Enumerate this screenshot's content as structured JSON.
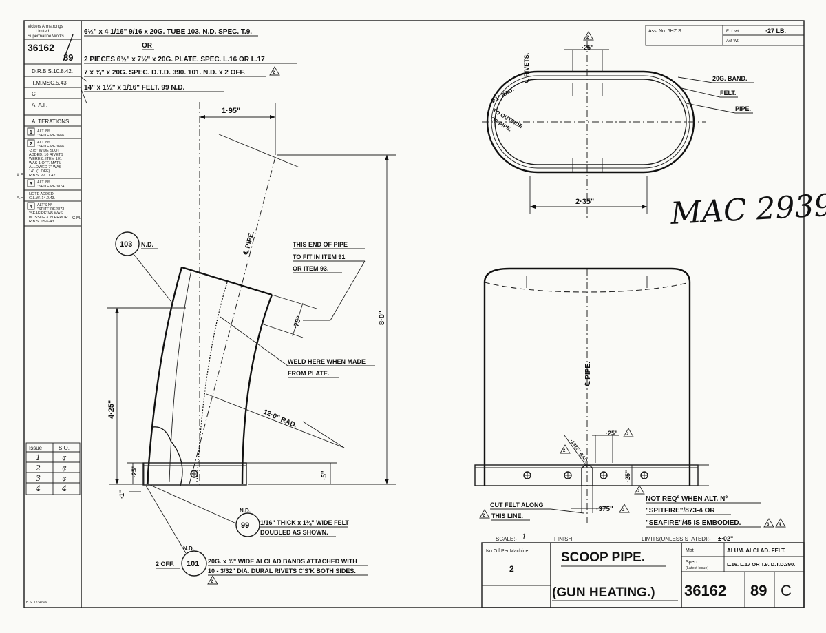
{
  "title_block": {
    "company_line1": "Vickers Armstrongs",
    "company_line2": "Limited",
    "company_line3": "Supermarine Works",
    "drawing_no": "36162",
    "sheet_no": "89",
    "dr": "D.R.B.S.10.8.42.",
    "tm": "T.M.MSC.5.43",
    "c": "C",
    "a": "A. A.F.",
    "ass_no": "Ass' No: 6HZ S.",
    "eff_wt": "E. f. wt",
    "wt_value": "·27 LB.",
    "act_wt": "Act Wt",
    "scale_label": "SCALE:-",
    "scale_value": "1",
    "finish_label": "FINISH:",
    "limits_label": "LIMITS(UNLESS STATED):-",
    "limits_value": "±·02\"",
    "no_off_label": "No Off Per Machine",
    "no_off_value": "2",
    "name_line1": "SCOOP PIPE.",
    "name_line2": "(GUN HEATING.)",
    "mat_label": "Mat",
    "mat_value": "ALUM. ALCLAD. FELT.",
    "spec_label": "Spec",
    "spec_sub": "(Latest Issue)",
    "spec_value": "L.16. L.17 OR T.9. D.T.D.390.",
    "footer_no": "36162",
    "footer_sheet": "89",
    "footer_issue": "C",
    "handwritten_ref": "MAC 2939",
    "print_ref": "B.S. 1234/5/6",
    "issue_head": "Issue",
    "so_head": "S.O.",
    "issues": [
      {
        "issue": "1",
        "so": "¢"
      },
      {
        "issue": "2",
        "so": "¢"
      },
      {
        "issue": "3",
        "so": "¢"
      },
      {
        "issue": "4",
        "so": "4"
      }
    ]
  },
  "materials": [
    "6½\" x 4 1/16\" 9/16 x 20G. TUBE 103. N.D. SPEC. T.9.",
    "OR",
    "2 PIECES 6½\" x 7½\" x 20G. PLATE. SPEC. L.16 OR L.17",
    "7 x ¾\" x 20G. SPEC. D.T.D. 390. 101. N.D. x 2 OFF.",
    "14\" x 1¼\" x 1/16\" FELT. 99 N.D."
  ],
  "alterations": {
    "heading": "ALTERATIONS",
    "items": [
      {
        "no": "1",
        "lines": [
          "ALT. Nº",
          "\"SPITFIRE\"/666"
        ]
      },
      {
        "no": "2",
        "lines": [
          "ALT. Nº",
          "\"SPITFIRE\"/666",
          "·375\" WIDE SLOT",
          "ADDED. 10 RIVETS",
          "WERE 8. ITEM 101",
          "WAS 1 OFF. MAT'L",
          "ALLOWED 7\" WAS",
          "14\". (1 OFF)",
          "R.B.S. 22.11.42."
        ]
      },
      {
        "no": "3",
        "lines": [
          "ALT. Nº",
          "\"SPITFIRE\"/874."
        ]
      },
      {
        "no": "",
        "lines": [
          "NOTE ADDED.",
          "G.L.W. 14.2.43."
        ]
      },
      {
        "no": "4",
        "lines": [
          "ALT'S Nº",
          "\"SPITFIRE\"/873",
          "\"SEAFIRE\"/45 WAS",
          "IN ISSUE 3 IN ERROR",
          "R.B.S. 15-6-43."
        ]
      }
    ],
    "margin_initials": [
      "A.F.",
      "A.F.",
      "C.M."
    ]
  },
  "left_view": {
    "dim_top": "1·95\"",
    "dim_height": "8·0\"",
    "dim_lower": "4·25\"",
    "dim_75": "·75\"",
    "dim_25": "·25\"",
    "dim_5": "·5\"",
    "dim_1": "·1\"",
    "radius": "12·0\" RAD.",
    "pipe_cl": "℄ PIPE.",
    "note_end": [
      "THIS END OF PIPE",
      "TO FIT IN ITEM 91",
      "OR ITEM 93."
    ],
    "note_weld": [
      "WELD HERE WHEN MADE",
      "FROM PLATE."
    ],
    "balloon_103": "103",
    "nd": "N.D.",
    "balloon_99": "99",
    "note_felt": [
      "1/16\" THICK x 1¼\" WIDE FELT",
      "DOUBLED AS SHOWN."
    ],
    "balloon_101": "101",
    "two_off": "2 OFF.",
    "note_bands": [
      "20G. x ¾\" WIDE ALCLAD BANDS ATTACHED WITH",
      "10 - 3/32\" DIA. DURAL RIVETS C'S'K BOTH SIDES."
    ]
  },
  "top_view": {
    "rivets": "℄ RIVETS.",
    "dim_25": "·25\"",
    "radius_note": [
      "1·1\" RAD.",
      "TO OUTSIDE",
      "OF PIPE."
    ],
    "band": "20G. BAND.",
    "felt": "FELT.",
    "pipe": "PIPE.",
    "width": "2·35\""
  },
  "side_view": {
    "pipe_cl": "℄ PIPE.",
    "dim_25_top": "·25\"",
    "dim_25_side": "·25\"",
    "dim_375": "·375\"",
    "radius_small": "·1875\" RAD.",
    "cut_felt": [
      "CUT FELT ALONG",
      "THIS LINE."
    ],
    "note_alt": [
      "NOT REQº WHEN ALT. Nº",
      "\"SPITFIRE\"/873-4 OR",
      "\"SEAFIRE\"/45 IS EMBODIED."
    ]
  },
  "revision_marks": [
    "2",
    "3",
    "4"
  ]
}
